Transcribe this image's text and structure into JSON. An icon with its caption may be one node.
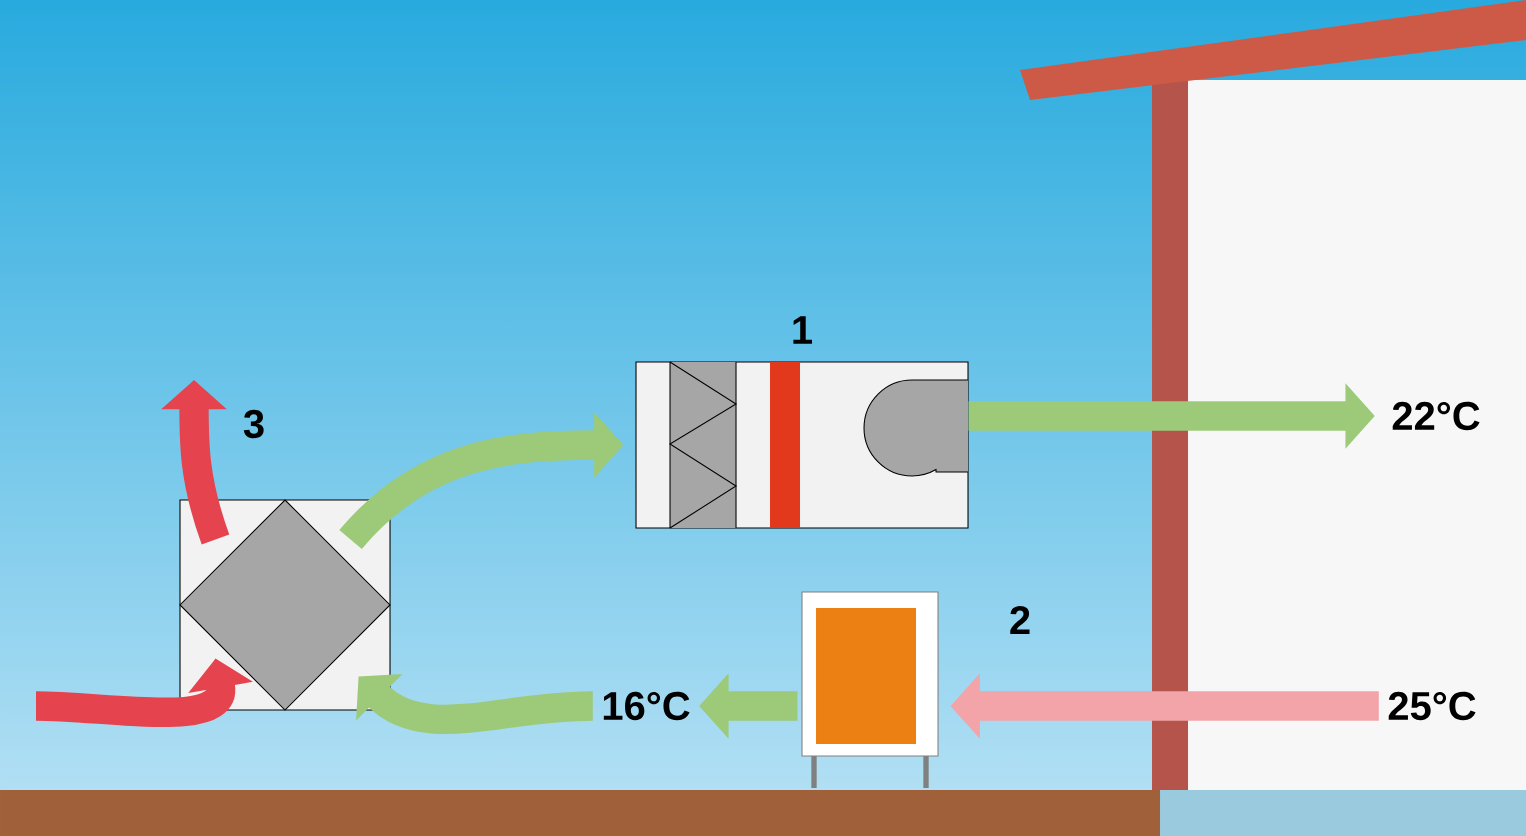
{
  "diagram": {
    "nodes": [
      {
        "text": [
          "1"
        ]
      },
      {
        "text": [
          "2"
        ]
      },
      {
        "text": [
          "3"
        ]
      },
      {
        "text": [
          "22°C"
        ]
      },
      {
        "text": [
          "25°C"
        ]
      },
      {
        "text": [
          "16°C"
        ]
      }
    ],
    "edges": [
      {
        "from": 0,
        "to": 3,
        "arrow": "to"
      },
      {
        "from": 4,
        "to": 1,
        "arrow": "to",
        "color": "#f2a4a8"
      },
      {
        "from": 1,
        "to": 5,
        "arrow": "to"
      },
      {
        "from": 5,
        "to": 2,
        "arrow": "to"
      },
      {
        "from": 2,
        "to": 0,
        "arrow": "to"
      },
      {
        "from": null,
        "to": 2,
        "arrow": "to",
        "color": "#e5444e"
      },
      {
        "from": 2,
        "to": null,
        "arrow": "to",
        "color": "#e5444e"
      }
    ]
  }
}
